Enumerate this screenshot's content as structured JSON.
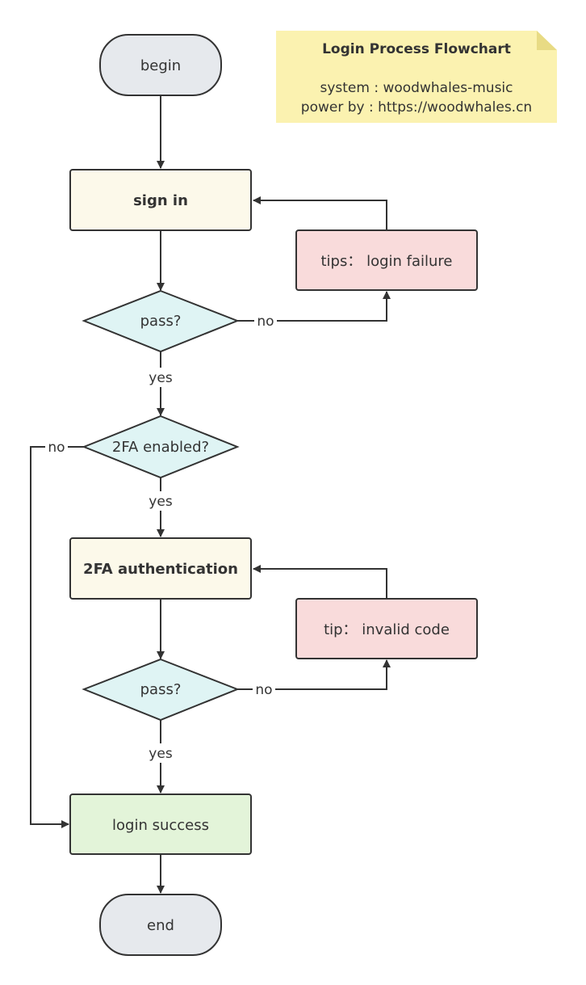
{
  "note": {
    "title": "Login Process Flowchart",
    "system_line": "system : woodwhales-music",
    "power_line": "power by : https://woodwhales.cn"
  },
  "nodes": {
    "begin": "begin",
    "sign_in": "sign in",
    "tips_login_failure": "tips： login failure",
    "pass_1": "pass?",
    "twofa_enabled": "2FA enabled?",
    "twofa_authentication": "2FA authentication",
    "tip_invalid_code": "tip： invalid code",
    "pass_2": "pass?",
    "login_success": "login success",
    "end": "end"
  },
  "edges": {
    "pass1_no": "no",
    "pass1_yes": "yes",
    "twofa_no": "no",
    "twofa_yes": "yes",
    "pass2_no": "no",
    "pass2_yes": "yes"
  },
  "colors": {
    "stroke": "#333333",
    "terminal_fill": "#e6e9ed",
    "process_fill": "#fcf9ea",
    "error_fill": "#f9dbdb",
    "decision_fill": "#dff4f4",
    "success_fill": "#e3f4d9",
    "note_fill": "#fbf2b0",
    "note_fold": "#e8db84"
  }
}
